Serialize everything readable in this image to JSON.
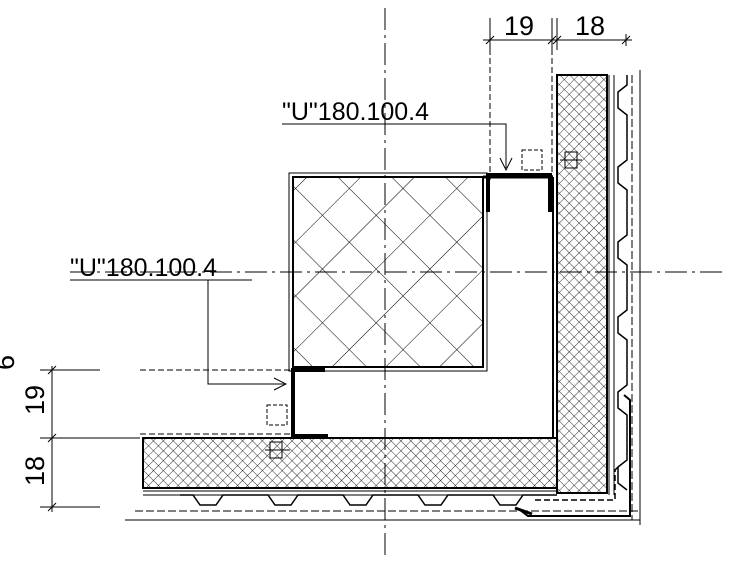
{
  "dimensions": {
    "top_left": "19",
    "top_right": "18",
    "left_upper": "19",
    "left_lower": "18"
  },
  "callouts": {
    "upper": "\"U\"180.100.4",
    "lower": "\"U\"180.100.4"
  },
  "edge_fragment": "6"
}
